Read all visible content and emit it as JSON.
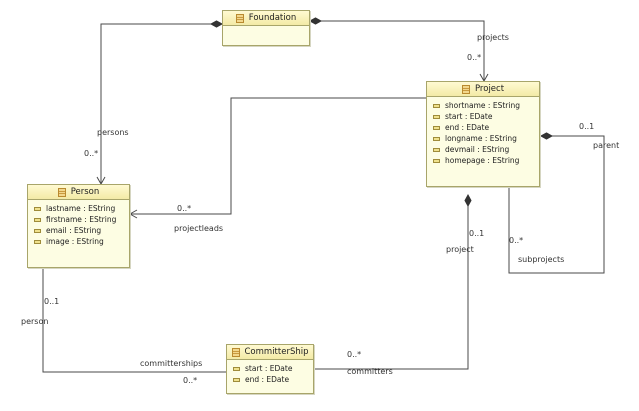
{
  "classes": {
    "foundation": {
      "name": "Foundation",
      "attributes": []
    },
    "project": {
      "name": "Project",
      "attributes": [
        "shortname : EString",
        "start : EDate",
        "end : EDate",
        "longname : EString",
        "devmail : EString",
        "homepage : EString"
      ]
    },
    "person": {
      "name": "Person",
      "attributes": [
        "lastname : EString",
        "firstname : EString",
        "email : EString",
        "image : EString"
      ]
    },
    "committership": {
      "name": "CommitterShip",
      "attributes": [
        "start : EDate",
        "end : EDate"
      ]
    }
  },
  "associations": {
    "projects": {
      "role": "projects",
      "multiplicity": "0..*"
    },
    "persons": {
      "role": "persons",
      "multiplicity": "0..*"
    },
    "projectleads": {
      "role": "projectleads",
      "multiplicity": "0..*"
    },
    "parent": {
      "role": "parent",
      "multiplicity": "0..1"
    },
    "subprojects": {
      "role": "subprojects",
      "multiplicity": "0..*"
    },
    "project": {
      "role": "project",
      "multiplicity": "0..1"
    },
    "committers": {
      "role": "committers",
      "multiplicity": "0..*"
    },
    "person": {
      "role": "person",
      "multiplicity": "0..1"
    },
    "committerships": {
      "role": "committerships",
      "multiplicity": "0..*"
    }
  },
  "colors": {
    "class_fill": "#fdfde3",
    "class_border": "#a8a56a",
    "header_fill": "#f3eaa6",
    "edge": "#4a4a4a"
  },
  "icons": {
    "class_icon": "eclass-icon",
    "attribute_icon": "eattribute-icon",
    "composition_end": "composition-diamond-icon",
    "navigable_end": "open-arrow-icon"
  }
}
